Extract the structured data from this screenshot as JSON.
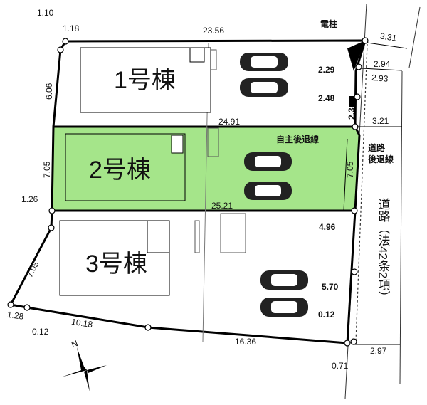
{
  "buildings": {
    "b1": "1号棟",
    "b2": "2号棟",
    "b3": "3号棟"
  },
  "highlight_color": "#a5e58a",
  "labels": {
    "pole": "電柱",
    "own_setback": "自主後退線",
    "road_setback_1": "道路",
    "road_setback_2": "後退線",
    "road": "道路（法42条2項）",
    "north": "N"
  },
  "dimensions": {
    "d1": "1.10",
    "d2": "1.18",
    "d3": "23.56",
    "d4": "3.31",
    "d5": "2.94",
    "d6": "2.93",
    "d7": "2.29",
    "d8": "2.48",
    "d9": "2.3",
    "d10": "3.21",
    "d11": "24.91",
    "d12": "7.05",
    "d13": "6.06",
    "d14": "7.05",
    "d15": "1.26",
    "d16": "25.21",
    "d17": "4.96",
    "d18": "5.70",
    "d19": "0.12",
    "d20": "7.05",
    "d21": "1.28",
    "d22": "0.12",
    "d23": "10.18",
    "d24": "16.36",
    "d25": "0.71",
    "d26": "2.97"
  }
}
